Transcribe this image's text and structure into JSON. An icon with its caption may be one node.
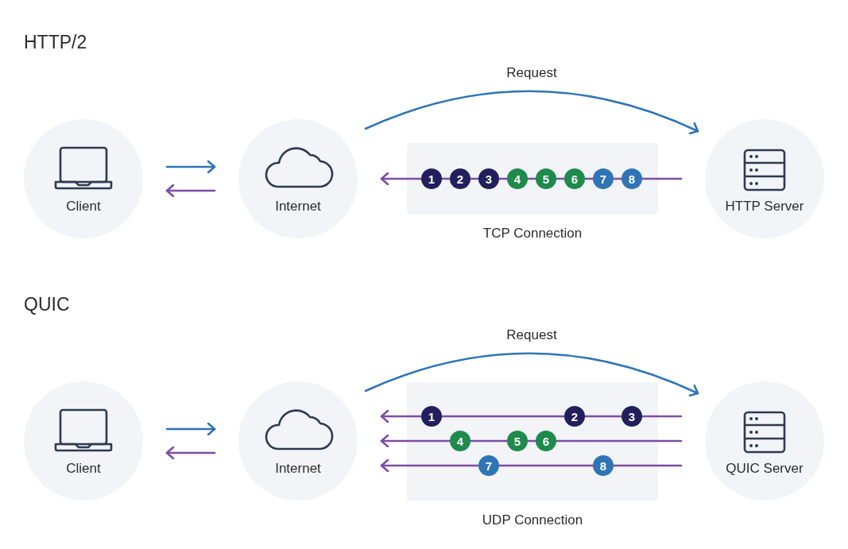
{
  "diagram": {
    "nodes": [
      {
        "text": [
          "Client"
        ]
      },
      {
        "text": [
          "Internet"
        ]
      },
      {
        "text": [
          "HTTP Server"
        ]
      },
      {
        "text": [
          "Client"
        ]
      },
      {
        "text": [
          "Internet"
        ]
      },
      {
        "text": [
          "QUIC Server"
        ]
      }
    ],
    "edges": [
      {
        "from": 0,
        "to": 1,
        "arrow": "to",
        "color": "#2f75b5"
      },
      {
        "from": 1,
        "to": 0,
        "arrow": "to"
      },
      {
        "from": 1,
        "to": 2,
        "arrow": "to",
        "label": "Request",
        "color": "#2f75b5"
      },
      {
        "from": 2,
        "to": 1,
        "arrow": "to"
      },
      {
        "from": 3,
        "to": 4,
        "arrow": "to",
        "color": "#2f75b5"
      },
      {
        "from": 4,
        "to": 3,
        "arrow": "to"
      },
      {
        "from": 4,
        "to": 5,
        "arrow": "to",
        "label": "Request",
        "color": "#2f75b5"
      },
      {
        "from": 5,
        "to": 4,
        "arrow": "to"
      },
      {
        "from": 5,
        "to": 4,
        "arrow": "to"
      },
      {
        "from": 5,
        "to": 4,
        "arrow": "to"
      }
    ],
    "labels": [
      "HTTP/2",
      "1",
      "2",
      "3",
      "4",
      "5",
      "6",
      "7",
      "8",
      "TCP Connection",
      "QUIC",
      "1",
      "2",
      "3",
      "4",
      "5",
      "6",
      "7",
      "8",
      "UDP Connection"
    ]
  }
}
